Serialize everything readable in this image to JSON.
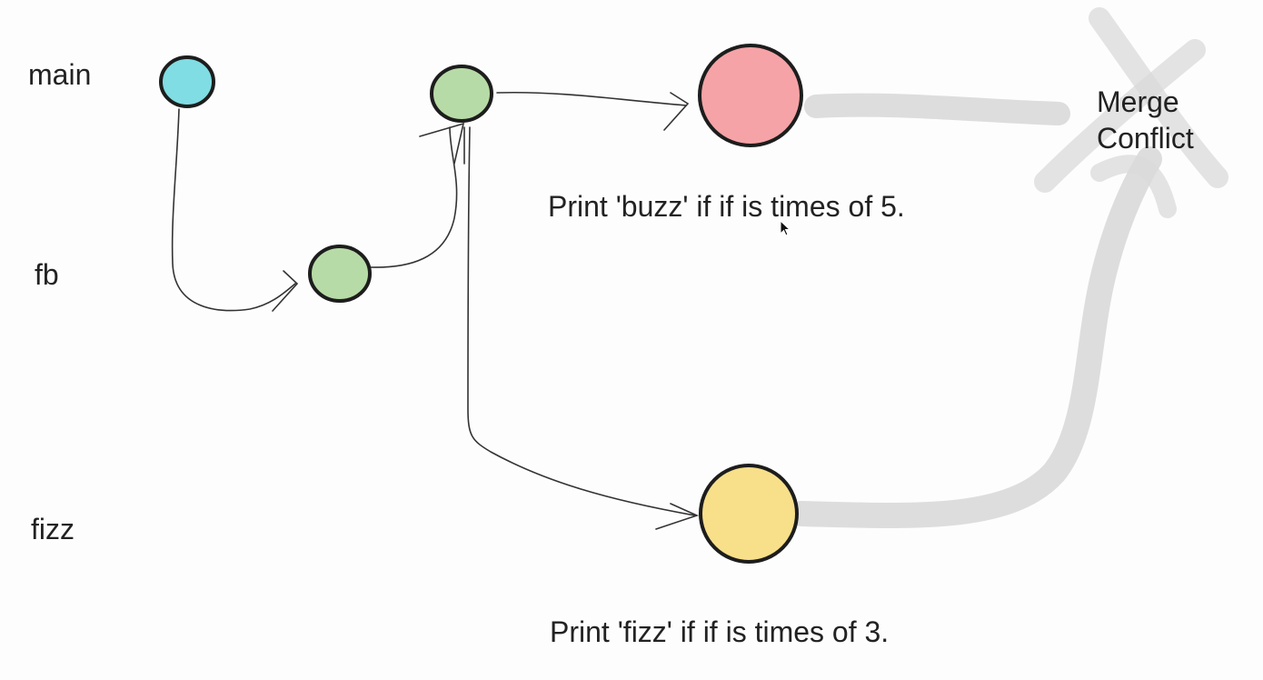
{
  "branches": {
    "main": "main",
    "fb": "fb",
    "fizz": "fizz"
  },
  "notes": {
    "buzz": "Print 'buzz' if if is times of 5.",
    "fizz": "Print 'fizz' if if is times of 3."
  },
  "merge": {
    "line1": "Merge",
    "line2": "Conflict"
  },
  "colors": {
    "main_commit": "#7fdde3",
    "fb_commit": "#b7dba6",
    "buzz_commit": "#f5a3a6",
    "fizz_commit": "#f8df8a",
    "stroke": "#1d1d1d",
    "highlight": "#d9d9d9"
  }
}
